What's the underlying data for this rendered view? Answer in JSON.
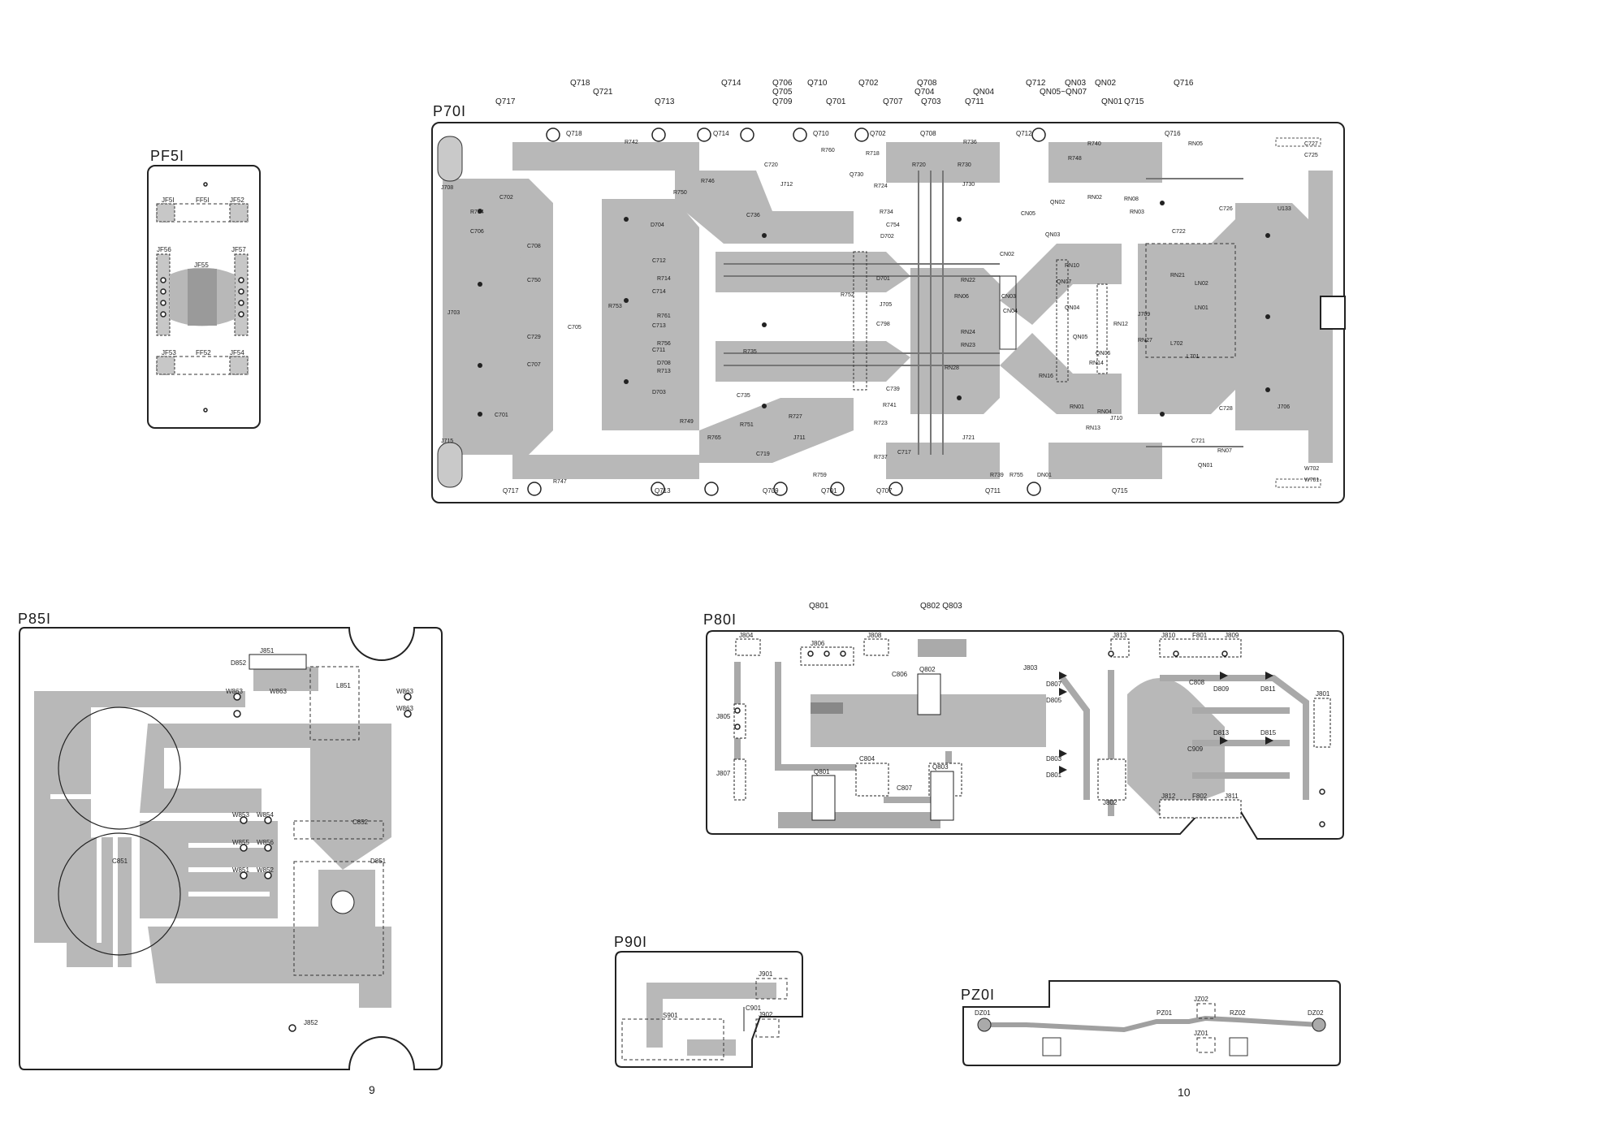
{
  "boards": {
    "pf51": {
      "label": "PF5I",
      "parts": [
        "JF5I",
        "FF5I",
        "JF52",
        "JF56",
        "JF57",
        "JF55",
        "JF53",
        "FF52",
        "JF54"
      ]
    },
    "p701": {
      "label": "P70I"
    },
    "p851": {
      "label": "P85I",
      "parts": [
        "J851",
        "D852",
        "L851",
        "W863",
        "W863",
        "W863",
        "W863",
        "W853",
        "W854",
        "C852",
        "C851",
        "W855",
        "W856",
        "D851",
        "W851",
        "W852",
        "J852"
      ]
    },
    "p801": {
      "label": "P80I",
      "parts": [
        "J804",
        "J806",
        "J808",
        "J813",
        "J810",
        "F801",
        "J809",
        "Q802",
        "J803",
        "D807",
        "D805",
        "D809",
        "D811",
        "J805",
        "C806",
        "J801",
        "C808",
        "J807",
        "C804",
        "D803",
        "D801",
        "J802",
        "C909",
        "D813",
        "D815",
        "Q801",
        "C807",
        "Q803",
        "J812",
        "F802",
        "J811"
      ]
    },
    "p901": {
      "label": "P90I",
      "parts": [
        "J901",
        "S901",
        "C901",
        "J902"
      ]
    },
    "pz01": {
      "label": "PZ0I",
      "parts": [
        "DZ01",
        "JZ02",
        "PZ01",
        "RZ02",
        "DZ02",
        "JZ01"
      ]
    }
  },
  "top_refs": {
    "row1": [
      "Q718",
      "Q714",
      "Q706",
      "Q710",
      "Q702",
      "Q708",
      "Q712",
      "QN03",
      "QN02",
      "Q716"
    ],
    "row2": [
      "Q721",
      "Q705",
      "Q704",
      "QN04",
      "QN05~QN07"
    ],
    "row3": [
      "Q717",
      "Q713",
      "Q709",
      "Q701",
      "Q707",
      "Q703",
      "Q711",
      "QN01",
      "Q715"
    ]
  },
  "p801_top_refs": [
    "Q801",
    "Q802 Q803"
  ],
  "p701_parts": {
    "transistors_top": [
      "Q718",
      "Q714",
      "Q710",
      "Q702",
      "Q708",
      "Q712",
      "Q716"
    ],
    "transistors_bottom": [
      "Q717",
      "Q713",
      "Q709",
      "Q701",
      "Q707",
      "Q711",
      "Q715"
    ],
    "misc": [
      "J708",
      "J715",
      "J703",
      "C702",
      "R704",
      "C706",
      "C708",
      "C750",
      "C729",
      "C707",
      "C705",
      "C701",
      "R742",
      "R746",
      "R750",
      "D704",
      "C720",
      "C736",
      "R760",
      "R718",
      "Q730",
      "R724",
      "R734",
      "D702",
      "C754",
      "C712",
      "R714",
      "C714",
      "C713",
      "C711",
      "R713",
      "D703",
      "C735",
      "R749",
      "R765",
      "R751",
      "R759",
      "R727",
      "R723",
      "R737",
      "C719",
      "C717",
      "R736",
      "R720",
      "R730",
      "R740",
      "R748",
      "RN05",
      "RN02",
      "RN08",
      "QN02",
      "RN03",
      "RN10",
      "CN02",
      "CN03",
      "CN04",
      "CN05",
      "QN03",
      "QN04",
      "QN05",
      "QN06",
      "QN07",
      "RN12",
      "RN14",
      "RN16",
      "RN22",
      "RN24",
      "RN23",
      "RN06",
      "RN28",
      "RN27",
      "RN21",
      "LN02",
      "LN01",
      "L702",
      "L701",
      "C722",
      "C721",
      "C726",
      "C728",
      "C727",
      "C725",
      "W702",
      "W701",
      "U133",
      "J706",
      "J705",
      "D701",
      "C798",
      "C739",
      "R741",
      "R735",
      "R747",
      "R739",
      "R755",
      "DN01",
      "RN07",
      "QN01",
      "RN01",
      "RN04",
      "RN13",
      "J710",
      "J709",
      "J712",
      "J711",
      "J730",
      "J721",
      "R752",
      "R753",
      "R761",
      "R756",
      "D708"
    ]
  },
  "page_numbers": {
    "left": "9",
    "right": "10"
  }
}
